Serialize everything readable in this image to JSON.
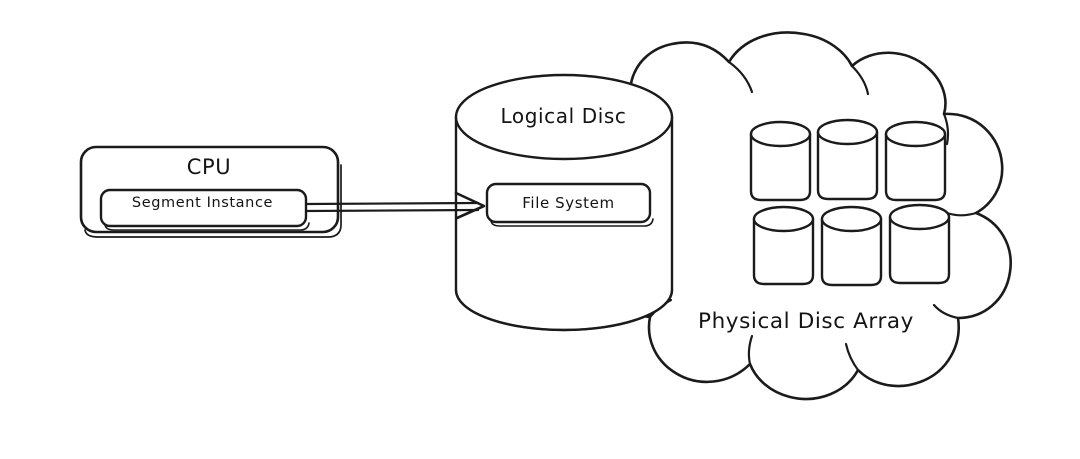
{
  "diagram": {
    "title": "Storage architecture hand-drawn diagram",
    "background_color": "#ffffff",
    "stroke_color": "#1b1b1b",
    "style": "hand-drawn sketch"
  },
  "nodes": {
    "cpu": {
      "label": "CPU",
      "shape": "rounded-rectangle",
      "inner": {
        "label": "Segment Instance",
        "shape": "rounded-rectangle"
      }
    },
    "logical_disc": {
      "label": "Logical Disc",
      "shape": "cylinder",
      "inner": {
        "label": "File System",
        "shape": "rounded-rectangle"
      }
    },
    "physical_disc_array": {
      "label": "Physical Disc Array",
      "shape": "cloud",
      "disc_count": 6,
      "discs": [
        {
          "name": "disc-1",
          "row": 1,
          "column": 1
        },
        {
          "name": "disc-2",
          "row": 1,
          "column": 2
        },
        {
          "name": "disc-3",
          "row": 1,
          "column": 3
        },
        {
          "name": "disc-4",
          "row": 2,
          "column": 1
        },
        {
          "name": "disc-5",
          "row": 2,
          "column": 2
        },
        {
          "name": "disc-6",
          "row": 2,
          "column": 3
        }
      ]
    }
  },
  "edges": [
    {
      "name": "cpu-to-file-system",
      "from": "Segment Instance",
      "to": "File System",
      "style": "double-line",
      "arrowhead": "end",
      "label": ""
    }
  ]
}
